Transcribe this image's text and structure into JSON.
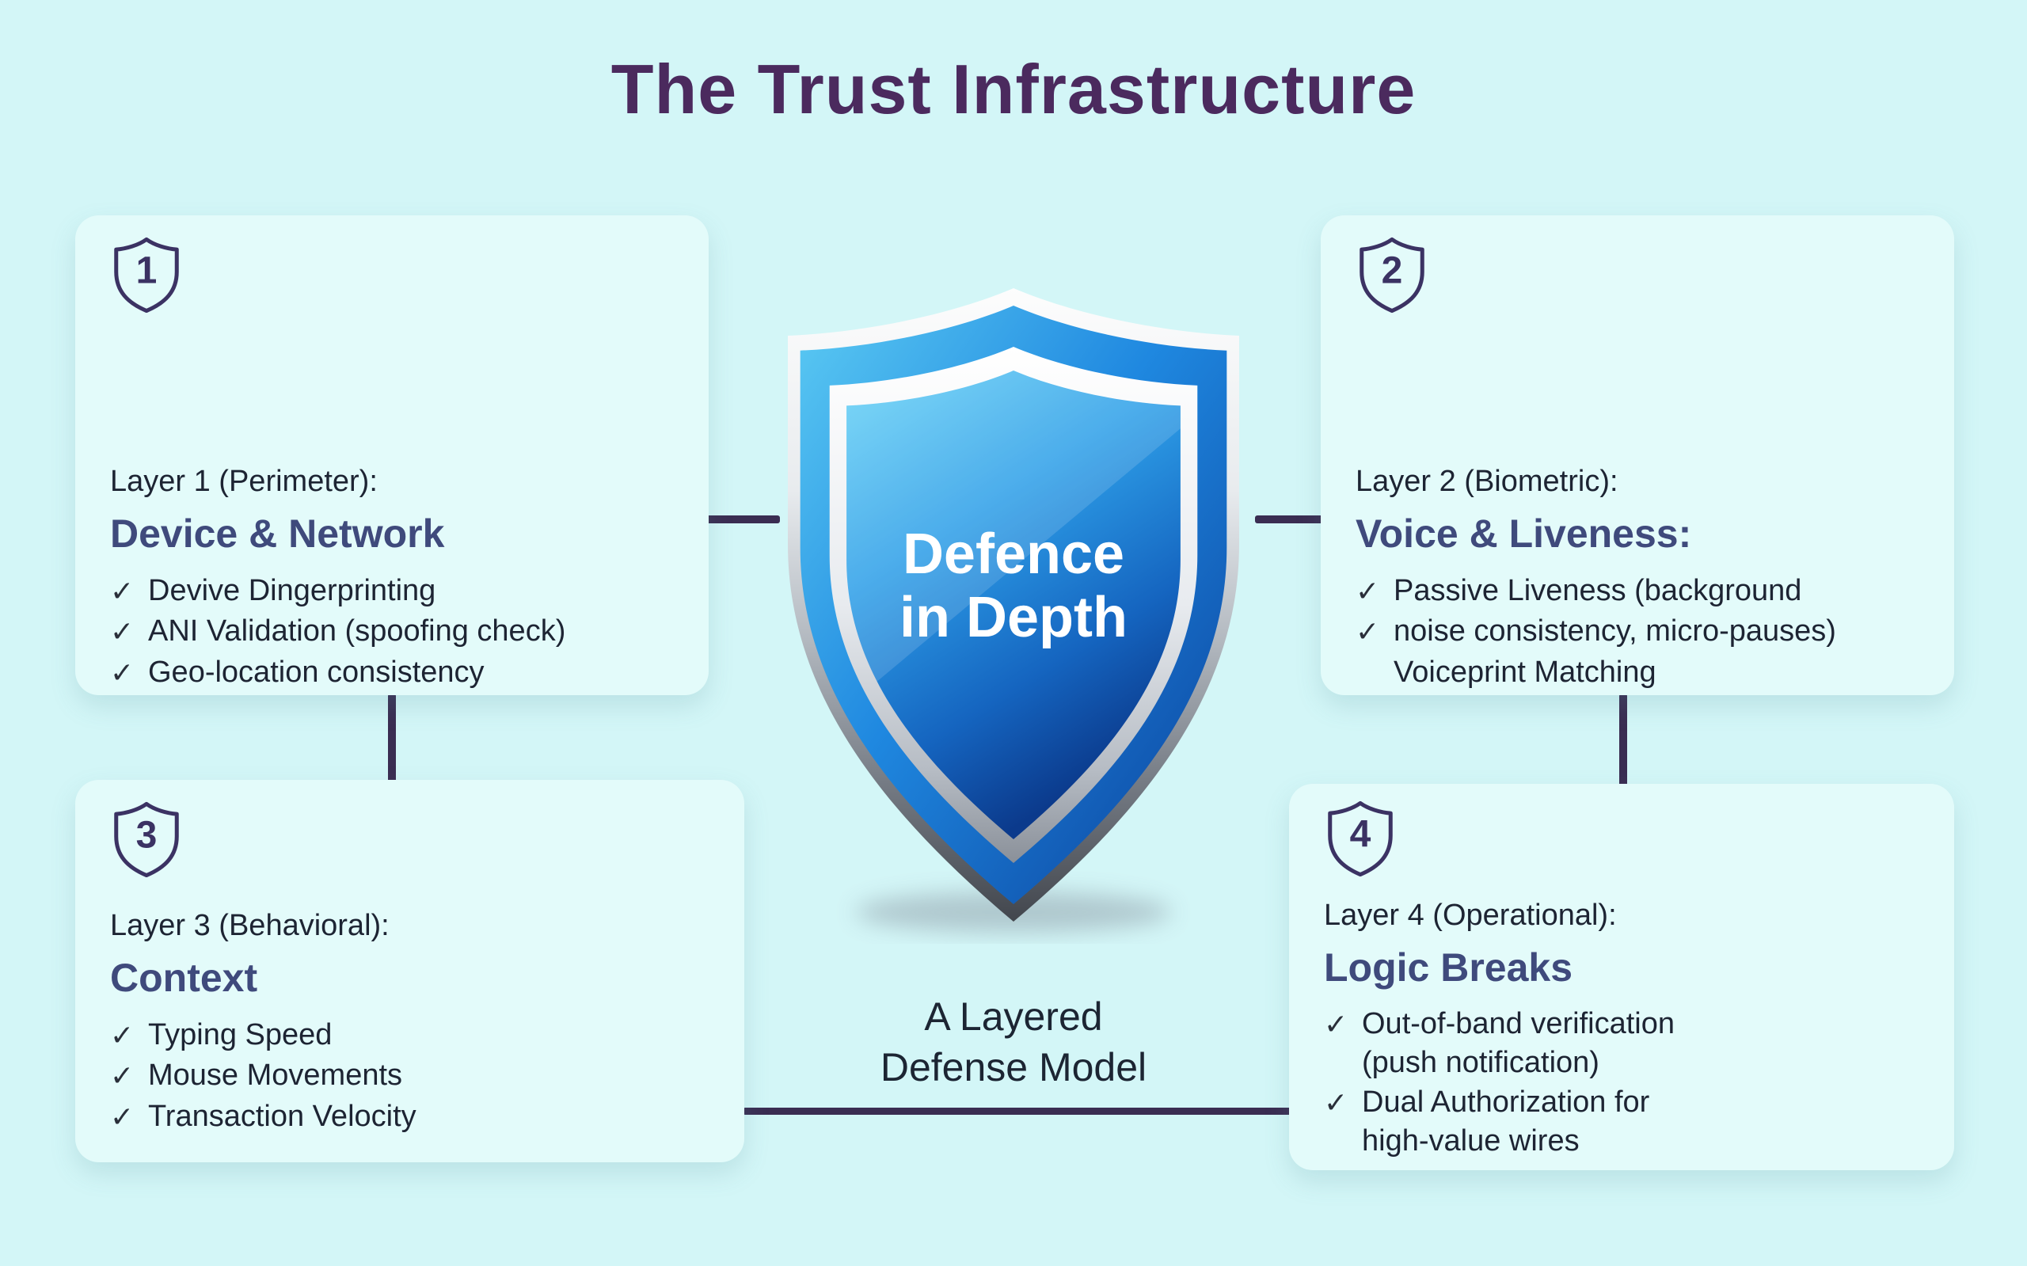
{
  "title": "The Trust Infrastructure",
  "shield": {
    "line1": "Defence",
    "line2": "in Depth",
    "caption_line1": "A Layered",
    "caption_line2": "Defense Model"
  },
  "icons": {
    "check": "✓"
  },
  "colors": {
    "page_bg": "#d3f6f7",
    "card_bg": "#e3fbfa",
    "title_color": "#4b2a5e",
    "heading_color": "#3f4a7c",
    "body_text": "#1d2433",
    "connector_color": "#3a2d52",
    "badge_color": "#3b3263",
    "shield_blue_light": "#55c8f2",
    "shield_blue_dark": "#0a3f9a",
    "shield_chrome": "#c7ccd3"
  },
  "cards": [
    {
      "number": "1",
      "layer": "Layer 1 (Perimeter):",
      "heading": "Device & Network",
      "items": [
        {
          "text": "Devive Dingerprinting",
          "checked": true
        },
        {
          "text": "ANI Validation (spoofing check)",
          "checked": true
        },
        {
          "text": "Geo-location consistency",
          "checked": true
        }
      ]
    },
    {
      "number": "2",
      "layer": "Layer 2 (Biometric):",
      "heading": "Voice & Liveness:",
      "items": [
        {
          "text": "Passive Liveness (background",
          "checked": true
        },
        {
          "text": "noise consistency, micro-pauses)",
          "checked": true
        },
        {
          "text": "Voiceprint Matching",
          "checked": false
        }
      ]
    },
    {
      "number": "3",
      "layer": "Layer 3 (Behavioral):",
      "heading": "Context",
      "items": [
        {
          "text": "Typing Speed",
          "checked": true
        },
        {
          "text": "Mouse Movements",
          "checked": true
        },
        {
          "text": "Transaction Velocity",
          "checked": true
        }
      ]
    },
    {
      "number": "4",
      "layer": "Layer 4 (Operational):",
      "heading": "Logic Breaks",
      "items": [
        {
          "text": "Out-of-band verification",
          "checked": true
        },
        {
          "text": "(push notification)",
          "checked": false
        },
        {
          "text": "Dual Authorization for",
          "checked": true
        },
        {
          "text": "high-value wires",
          "checked": false
        }
      ]
    }
  ]
}
